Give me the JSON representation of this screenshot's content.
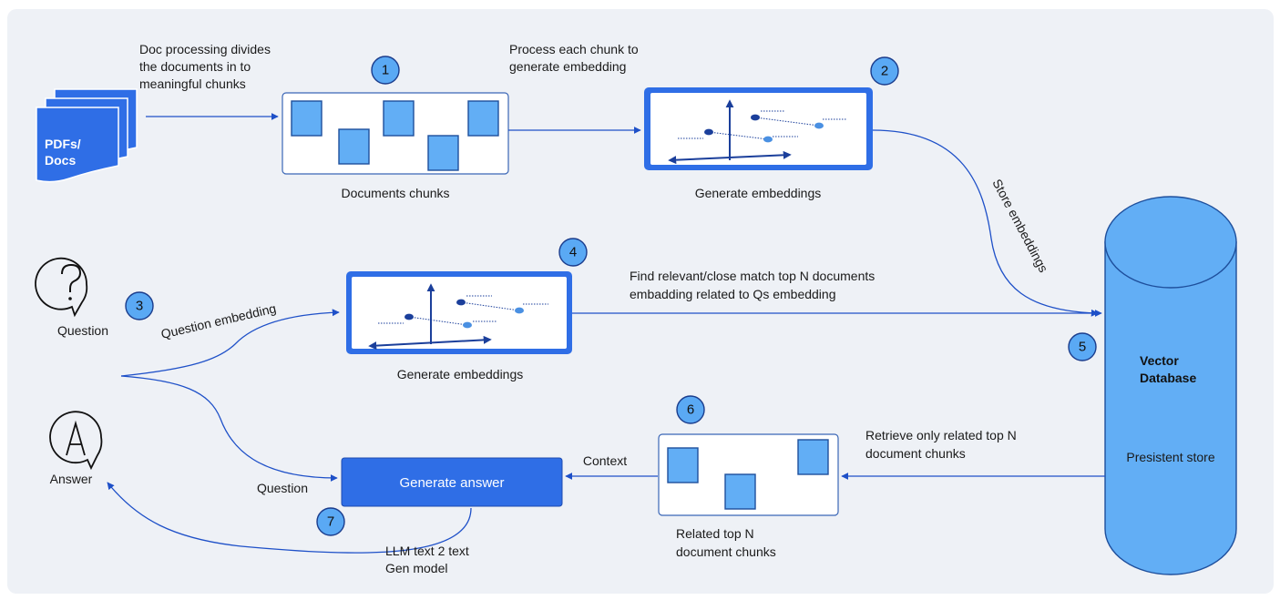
{
  "source": {
    "label_line1": "PDFs/",
    "label_line2": "Docs"
  },
  "steps": {
    "s1": "1",
    "s2": "2",
    "s3": "3",
    "s4": "4",
    "s5": "5",
    "s6": "6",
    "s7": "7"
  },
  "labels": {
    "doc_processing": [
      "Doc processing divides",
      "the documents in to",
      "meaningful chunks"
    ],
    "process_chunk": [
      "Process each chunk to",
      "generate embedding"
    ],
    "documents_chunks": "Documents chunks",
    "generate_embeddings_top": "Generate embeddings",
    "store_embeddings": "Store embeddings",
    "question": "Question",
    "question_embedding": "Question embedding",
    "generate_embeddings_mid": "Generate embeddings",
    "find_relevant": [
      "Find relevant/close match top N documents",
      "embadding related to Qs embedding"
    ],
    "answer": "Answer",
    "question_lower": "Question",
    "generate_answer": "Generate answer",
    "context": "Context",
    "llm": [
      "LLM text 2 text",
      "Gen model"
    ],
    "related_chunks": [
      "Related top N",
      "document chunks"
    ],
    "retrieve": [
      "Retrieve only related top N",
      "document chunks"
    ]
  },
  "database": {
    "title_line1": "Vector",
    "title_line2": "Database",
    "subtitle": "Presistent store"
  },
  "icons": {
    "question": "question-bubble-icon",
    "answer": "answer-bubble-icon",
    "source": "document-stack-icon"
  },
  "colors": {
    "panel": "#eef1f6",
    "accent": "#2f6ee6",
    "chunk": "#62aef5",
    "database": "#62aef5",
    "flow_line": "#1e50c8"
  }
}
